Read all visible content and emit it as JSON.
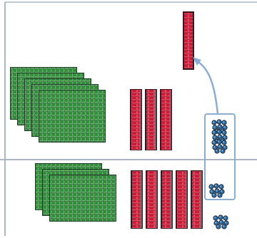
{
  "diagram": {
    "frame_color": "#a9b7c4",
    "connector_color": "#8aaed2",
    "grid_green": "#2f8f3a",
    "grid_green_light": "#64b86a",
    "grid_line": "#1f3a24",
    "bar_red": "#c81c38",
    "bar_red_light": "#e8465e",
    "bar_dark": "#3a1a22",
    "node_blue": "#2f6fa8",
    "node_blue_light": "#7fb0d8",
    "node_dark": "#1e2a36",
    "top_section": {
      "grid_stack_count": 5,
      "feature_bar_count": 3,
      "node_cluster_count": 3
    },
    "bottom_section": {
      "grid_stack_count": 3,
      "feature_bar_count": 5,
      "node_cluster_count": 2
    }
  }
}
